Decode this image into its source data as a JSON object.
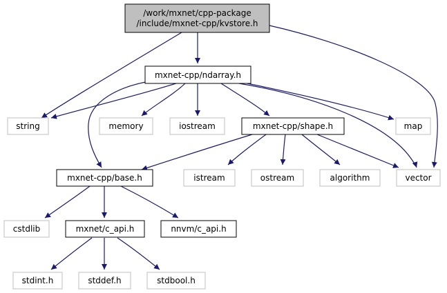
{
  "nodes": {
    "kvstore": {
      "lines": [
        "/work/mxnet/cpp-package",
        "/include/mxnet-cpp/kvstore.h"
      ],
      "style": "root"
    },
    "ndarray": {
      "lines": [
        "mxnet-cpp/ndarray.h"
      ],
      "style": "local"
    },
    "string": {
      "lines": [
        "string"
      ],
      "style": "external"
    },
    "memory": {
      "lines": [
        "memory"
      ],
      "style": "external"
    },
    "iostream": {
      "lines": [
        "iostream"
      ],
      "style": "external"
    },
    "shape": {
      "lines": [
        "mxnet-cpp/shape.h"
      ],
      "style": "local"
    },
    "map": {
      "lines": [
        "map"
      ],
      "style": "external"
    },
    "base": {
      "lines": [
        "mxnet-cpp/base.h"
      ],
      "style": "local"
    },
    "istream": {
      "lines": [
        "istream"
      ],
      "style": "external"
    },
    "ostream": {
      "lines": [
        "ostream"
      ],
      "style": "external"
    },
    "algorithm": {
      "lines": [
        "algorithm"
      ],
      "style": "external"
    },
    "vector": {
      "lines": [
        "vector"
      ],
      "style": "external"
    },
    "cstdlib": {
      "lines": [
        "cstdlib"
      ],
      "style": "external"
    },
    "c_api": {
      "lines": [
        "mxnet/c_api.h"
      ],
      "style": "local"
    },
    "nnvm_c_api": {
      "lines": [
        "nnvm/c_api.h"
      ],
      "style": "local"
    },
    "stdint": {
      "lines": [
        "stdint.h"
      ],
      "style": "external"
    },
    "stddef": {
      "lines": [
        "stddef.h"
      ],
      "style": "external"
    },
    "stdbool": {
      "lines": [
        "stdbool.h"
      ],
      "style": "external"
    }
  },
  "edges": [
    [
      "kvstore",
      "ndarray"
    ],
    [
      "kvstore",
      "string"
    ],
    [
      "kvstore",
      "vector"
    ],
    [
      "ndarray",
      "string"
    ],
    [
      "ndarray",
      "memory"
    ],
    [
      "ndarray",
      "iostream"
    ],
    [
      "ndarray",
      "shape"
    ],
    [
      "ndarray",
      "map"
    ],
    [
      "ndarray",
      "base"
    ],
    [
      "ndarray",
      "vector"
    ],
    [
      "shape",
      "base"
    ],
    [
      "shape",
      "istream"
    ],
    [
      "shape",
      "ostream"
    ],
    [
      "shape",
      "algorithm"
    ],
    [
      "shape",
      "vector"
    ],
    [
      "base",
      "cstdlib"
    ],
    [
      "base",
      "c_api"
    ],
    [
      "base",
      "nnvm_c_api"
    ],
    [
      "c_api",
      "stdint"
    ],
    [
      "c_api",
      "stddef"
    ],
    [
      "c_api",
      "stdbool"
    ]
  ],
  "colors": {
    "root_fill": "#bfbfbf",
    "root_border": "#000000",
    "local_border": "#000000",
    "external_border": "#bfbfbf",
    "edge": "#191970"
  }
}
